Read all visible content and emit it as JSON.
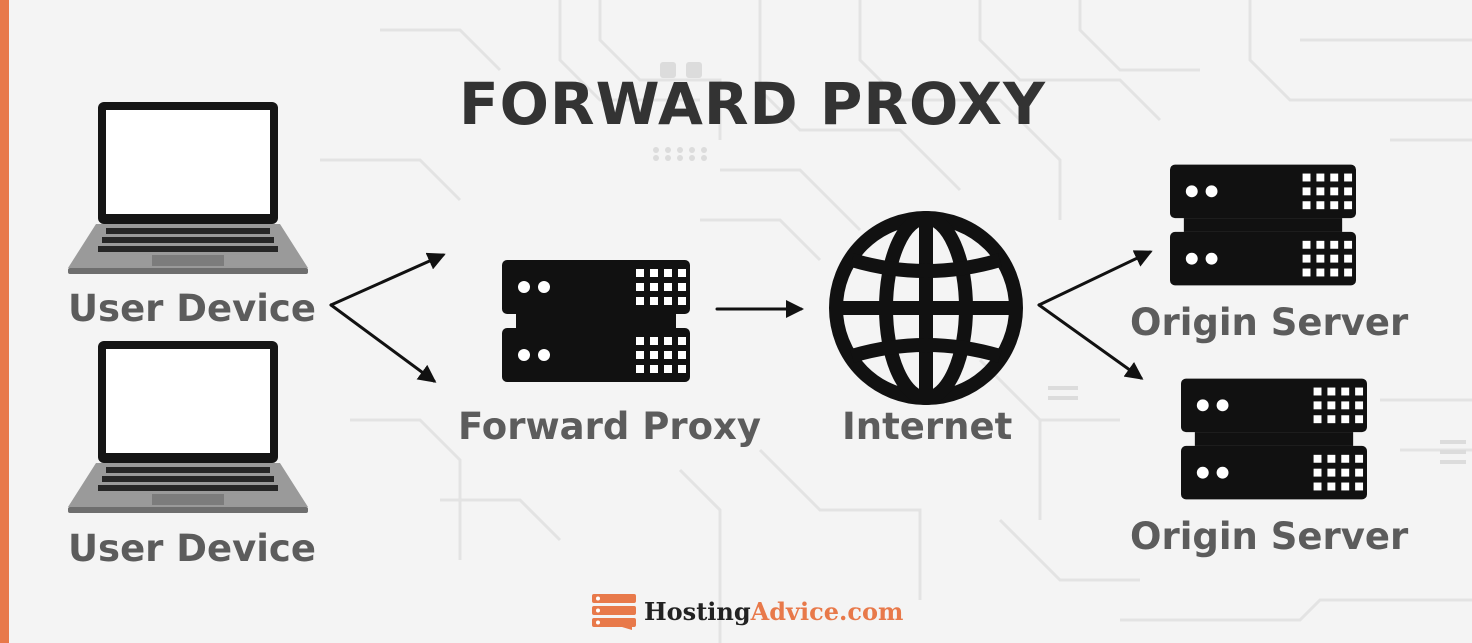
{
  "title": "FORWARD PROXY",
  "colors": {
    "accent": "#e8794a",
    "icon": "#111111",
    "label": "#5c5c5c",
    "title": "#333333",
    "background": "#f4f4f4"
  },
  "nodes": {
    "user_device_1": {
      "label": "User Device",
      "icon": "laptop-icon"
    },
    "user_device_2": {
      "label": "User Device",
      "icon": "laptop-icon"
    },
    "forward_proxy": {
      "label": "Forward Proxy",
      "icon": "server-icon"
    },
    "internet": {
      "label": "Internet",
      "icon": "globe-icon"
    },
    "origin_server_1": {
      "label": "Origin Server",
      "icon": "server-icon"
    },
    "origin_server_2": {
      "label": "Origin Server",
      "icon": "server-icon"
    }
  },
  "edges": [
    {
      "from": "User Device",
      "to": "Forward Proxy"
    },
    {
      "from": "User Device",
      "to": "Forward Proxy"
    },
    {
      "from": "Forward Proxy",
      "to": "Internet"
    },
    {
      "from": "Internet",
      "to": "Origin Server"
    },
    {
      "from": "Internet",
      "to": "Origin Server"
    }
  ],
  "branding": {
    "logo_icon": "server-stack-logo-icon",
    "name_part1": "Hosting",
    "name_part2": "Advice.com"
  }
}
